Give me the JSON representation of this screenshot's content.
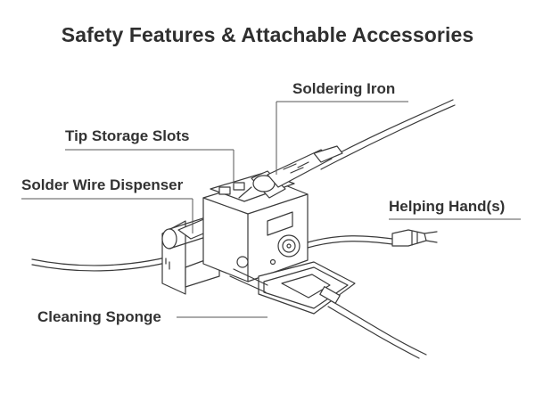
{
  "title": "Safety Features & Attachable Accessories",
  "labels": {
    "soldering_iron": "Soldering Iron",
    "tip_storage_slots": "Tip Storage Slots",
    "solder_wire_dispenser": "Solder Wire Dispenser",
    "helping_hands": "Helping Hand(s)",
    "cleaning_sponge": "Cleaning Sponge"
  },
  "colors": {
    "text": "#2f2f2f",
    "line": "#3a3a3a",
    "background": "#ffffff"
  }
}
